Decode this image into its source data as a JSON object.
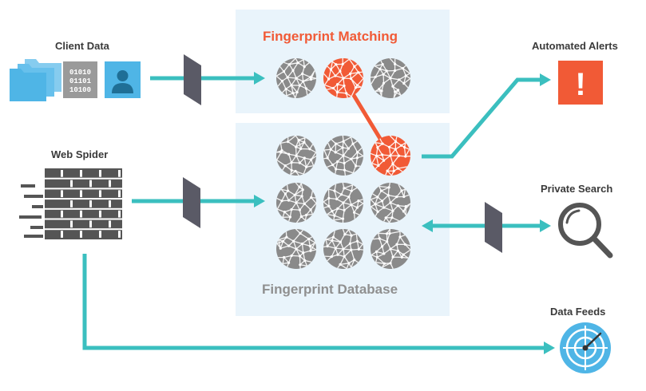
{
  "labels": {
    "client_data": "Client Data",
    "web_spider": "Web Spider",
    "fingerprint_matching": "Fingerprint Matching",
    "fingerprint_database": "Fingerprint Database",
    "automated_alerts": "Automated Alerts",
    "private_search": "Private Search",
    "data_feeds": "Data Feeds"
  },
  "binary_lines": [
    "01010",
    "01101",
    "10100"
  ],
  "alert_glyph": "!",
  "colors": {
    "teal": "#3bbfbf",
    "orange": "#f15a36",
    "gray": "#8a8a8a",
    "dark_gray": "#555555",
    "panel_bg": "#e9f4fb",
    "file_blue": "#4fb5e6",
    "panel_title_orange": "#f15a36",
    "panel_title_gray": "#8f8f8f"
  },
  "icons": {
    "folders": "folders-icon",
    "binary": "binary-file-icon",
    "user": "user-profile-icon",
    "spider": "web-spider-icon",
    "alert": "exclamation-icon",
    "search": "magnifier-icon",
    "feeds": "radar-icon"
  },
  "matching_row": [
    "gray",
    "orange",
    "gray"
  ],
  "database_grid": [
    [
      "gray",
      "gray",
      "orange"
    ],
    [
      "gray",
      "gray",
      "gray"
    ],
    [
      "gray",
      "gray",
      "gray"
    ]
  ]
}
